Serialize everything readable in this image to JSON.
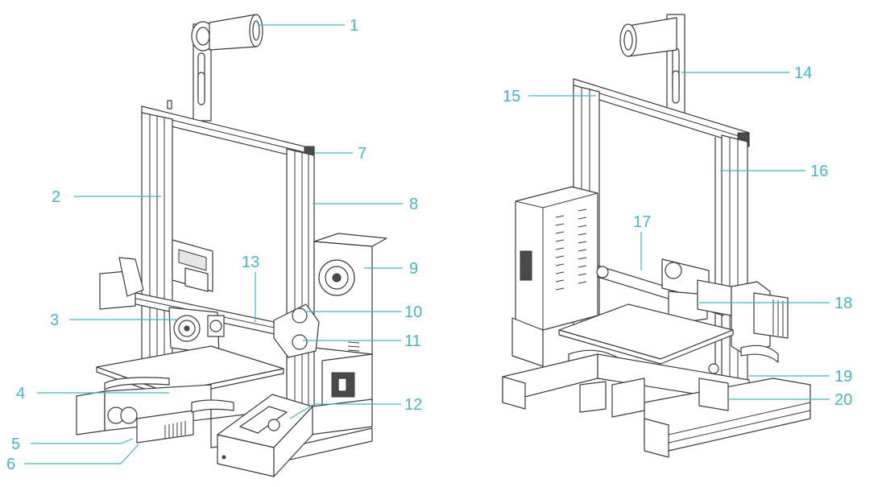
{
  "colors": {
    "callout": "#3fb8c8",
    "line": "#3a3a3a"
  },
  "callouts": [
    {
      "id": "1",
      "text": "1"
    },
    {
      "id": "2",
      "text": "2"
    },
    {
      "id": "3",
      "text": "3"
    },
    {
      "id": "4",
      "text": "4"
    },
    {
      "id": "5",
      "text": "5"
    },
    {
      "id": "6",
      "text": "6"
    },
    {
      "id": "7",
      "text": "7"
    },
    {
      "id": "8",
      "text": "8"
    },
    {
      "id": "9",
      "text": "9"
    },
    {
      "id": "10",
      "text": "10"
    },
    {
      "id": "11",
      "text": "11"
    },
    {
      "id": "12",
      "text": "12"
    },
    {
      "id": "13",
      "text": "13"
    },
    {
      "id": "14",
      "text": "14"
    },
    {
      "id": "15",
      "text": "15"
    },
    {
      "id": "16",
      "text": "16"
    },
    {
      "id": "17",
      "text": "17"
    },
    {
      "id": "18",
      "text": "18"
    },
    {
      "id": "19",
      "text": "19"
    },
    {
      "id": "20",
      "text": "20"
    }
  ]
}
